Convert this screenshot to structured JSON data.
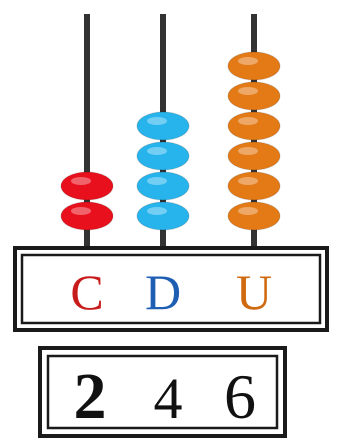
{
  "abacus": {
    "rods": [
      {
        "label": "C",
        "count": 2,
        "bead_color": "#e8101c",
        "label_color": "#c81c1c"
      },
      {
        "label": "D",
        "count": 4,
        "bead_color": "#27b4ec",
        "label_color": "#1e5fb4"
      },
      {
        "label": "U",
        "count": 6,
        "bead_color": "#e47a16",
        "label_color": "#d06a10"
      }
    ],
    "rod_color": "#333333",
    "frame_color": "#1a1a1a"
  },
  "number": {
    "digits": [
      "2",
      "4",
      "6"
    ]
  }
}
